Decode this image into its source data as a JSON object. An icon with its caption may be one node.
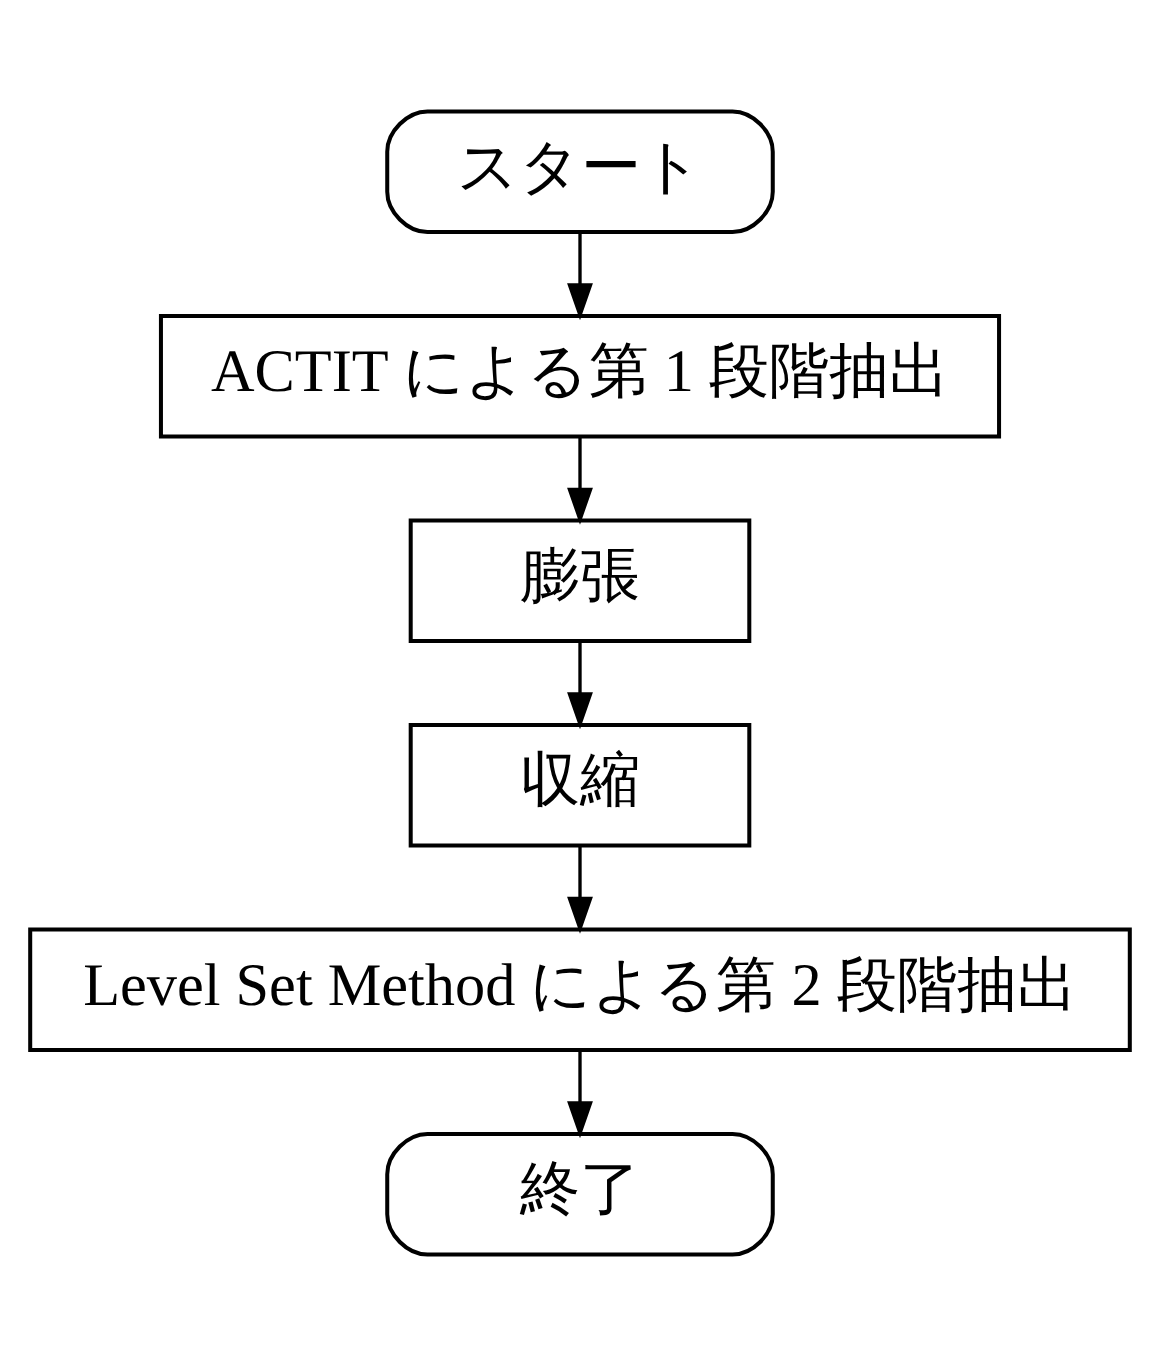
{
  "diagram": {
    "nodes": [
      {
        "text": [
          "スタート"
        ]
      },
      {
        "text": [
          "ACTIT による第 1 段階抽出"
        ]
      },
      {
        "text": [
          "膨張"
        ]
      },
      {
        "text": [
          "収縮"
        ]
      },
      {
        "text": [
          "Level Set Method による第 2 段階抽出"
        ]
      },
      {
        "text": [
          "終了"
        ]
      }
    ],
    "edges": [
      {
        "from": 0,
        "to": 1,
        "arrow": "to"
      },
      {
        "from": 1,
        "to": 2,
        "arrow": "to"
      },
      {
        "from": 2,
        "to": 3,
        "arrow": "to"
      },
      {
        "from": 3,
        "to": 4,
        "arrow": "to"
      },
      {
        "from": 4,
        "to": 5,
        "arrow": "to"
      }
    ]
  }
}
